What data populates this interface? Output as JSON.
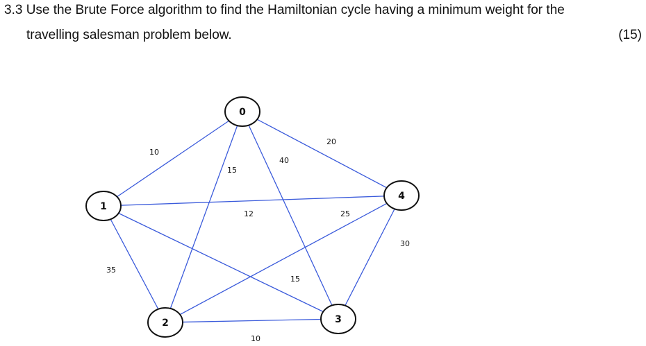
{
  "question": {
    "line1": "3.3 Use the Brute Force algorithm to find the Hamiltonian cycle having a minimum weight for the",
    "line2": "travelling salesman problem below.",
    "marks": "(15)"
  },
  "graph": {
    "colors": {
      "edge": "#3b5bdb",
      "node_stroke": "#111111",
      "text": "#111111"
    },
    "nodes": [
      {
        "id": "0",
        "label": "0"
      },
      {
        "id": "1",
        "label": "1"
      },
      {
        "id": "2",
        "label": "2"
      },
      {
        "id": "3",
        "label": "3"
      },
      {
        "id": "4",
        "label": "4"
      }
    ],
    "edges": [
      {
        "from": "0",
        "to": "1",
        "weight": "10"
      },
      {
        "from": "0",
        "to": "2",
        "weight": "15"
      },
      {
        "from": "0",
        "to": "3",
        "weight": "40"
      },
      {
        "from": "0",
        "to": "4",
        "weight": "20"
      },
      {
        "from": "1",
        "to": "4",
        "weight": "12"
      },
      {
        "from": "2",
        "to": "4",
        "weight": "25"
      },
      {
        "from": "3",
        "to": "4",
        "weight": "30"
      },
      {
        "from": "1",
        "to": "2",
        "weight": "35"
      },
      {
        "from": "1",
        "to": "3",
        "weight": "15"
      },
      {
        "from": "2",
        "to": "3",
        "weight": "10"
      }
    ]
  }
}
